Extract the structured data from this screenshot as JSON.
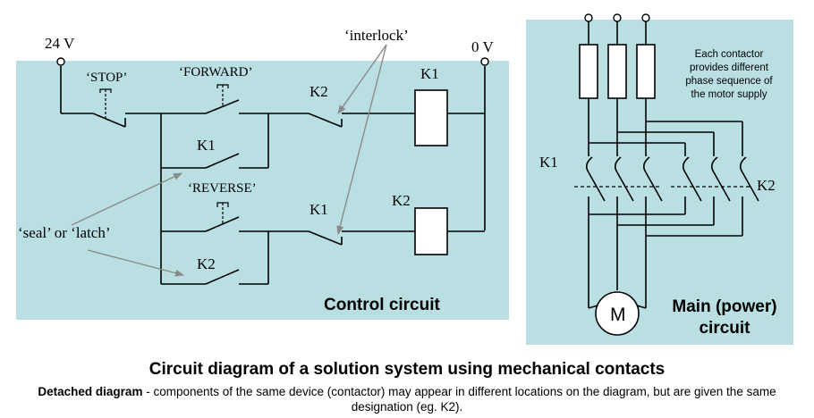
{
  "labels": {
    "v24": "24 V",
    "v0": "0 V",
    "stop": "‘STOP’",
    "forward": "‘FORWARD’",
    "reverse": "‘REVERSE’",
    "interlock": "‘interlock’",
    "seal_latch": "‘seal’ or ‘latch’",
    "k1_coil": "K1",
    "k2_coil": "K2",
    "k2_interlock": "K2",
    "k1_interlock": "K1",
    "k1_seal": "K1",
    "k2_seal": "K2",
    "main_k1": "K1",
    "main_k2": "K2",
    "motor": "M",
    "control_circuit": "Control circuit",
    "main_circuit_line1": "Main (power)",
    "main_circuit_line2": "circuit",
    "note_line1": "Each contactor",
    "note_line2": "provides different",
    "note_line3": "phase sequence of",
    "note_line4": "the motor supply"
  },
  "caption": {
    "title": "Circuit diagram of a solution system using mechanical contacts",
    "bold_lead": "Detached diagram",
    "text": " - components of the same device (contactor)  may appear in different locations on the diagram, but are given the same designation (eg. K2)."
  },
  "colors": {
    "panel": "#b9dfe2",
    "line": "#000000",
    "arrow": "#8a8a8a"
  }
}
